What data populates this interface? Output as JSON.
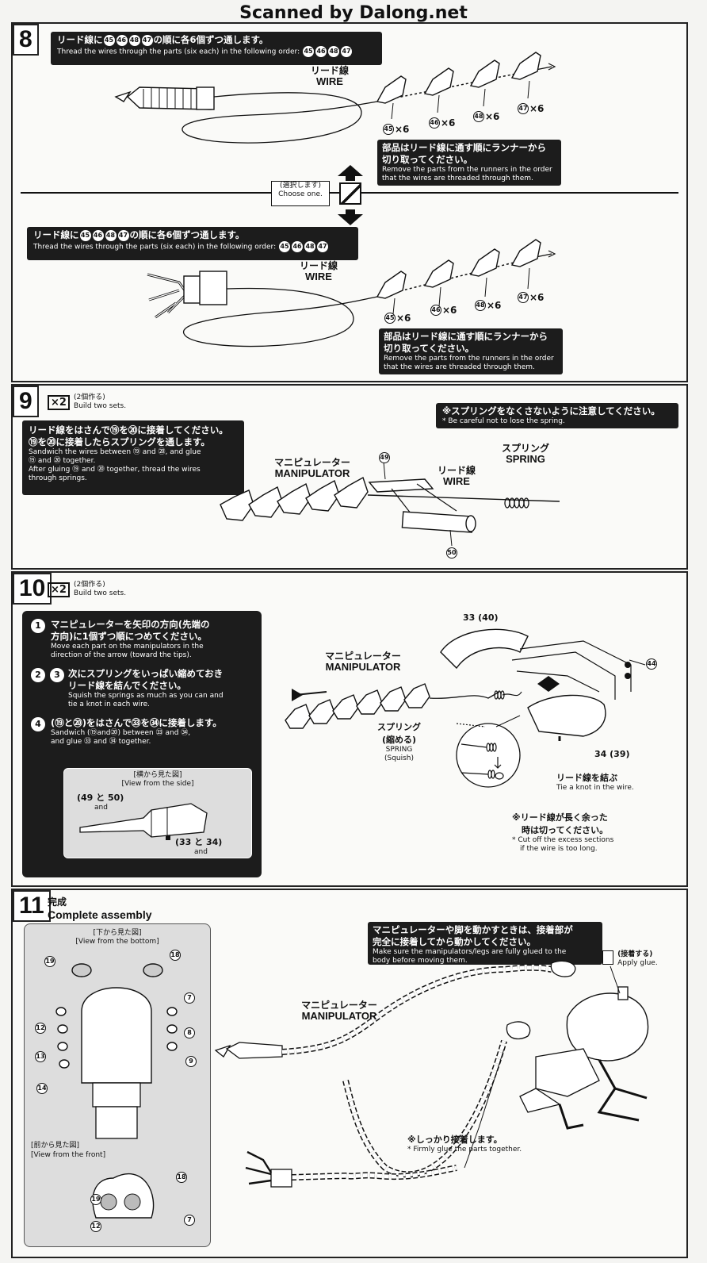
{
  "header": {
    "watermark": "Scanned by Dalong.net"
  },
  "step8": {
    "number": "8",
    "a": {
      "jp_prefix": "リード線に",
      "jp_suffix": "の順に各6個ずつ通します。",
      "en_prefix": "Thread the wires through the parts (six each) in the following order:",
      "parts": [
        "45",
        "46",
        "48",
        "47"
      ],
      "wire_jp": "リード線",
      "wire_en": "WIRE",
      "counts": [
        {
          "part": "45",
          "qty": "×6"
        },
        {
          "part": "46",
          "qty": "×6"
        },
        {
          "part": "48",
          "qty": "×6"
        },
        {
          "part": "47",
          "qty": "×6"
        }
      ],
      "note_jp1": "部品はリード線に通す順にランナーから",
      "note_jp2": "切り取ってください。",
      "note_en1": "Remove the parts from the runners in the order",
      "note_en2": "that the wires are threaded through them."
    },
    "choose_jp": "(選択します)",
    "choose_en": "Choose one.",
    "b": {
      "jp_prefix": "リード線に",
      "jp_suffix": "の順に各6個ずつ通します。",
      "en_prefix": "Thread the wires through the parts (six each) in the following order:",
      "parts": [
        "45",
        "46",
        "48",
        "47"
      ],
      "wire_jp": "リード線",
      "wire_en": "WIRE",
      "counts": [
        {
          "part": "45",
          "qty": "×6"
        },
        {
          "part": "46",
          "qty": "×6"
        },
        {
          "part": "48",
          "qty": "×6"
        },
        {
          "part": "47",
          "qty": "×6"
        }
      ],
      "note_jp1": "部品はリード線に通す順にランナーから",
      "note_jp2": "切り取ってください。",
      "note_en1": "Remove the parts from the runners in the order",
      "note_en2": "that the wires are threaded through them."
    }
  },
  "step9": {
    "number": "9",
    "mult": "×2",
    "mult_jp": "(2個作る)",
    "mult_en": "Build two sets.",
    "jp1": "リード線をはさんで⑲を⑳に接着してください。",
    "jp2": "⑲を⑳に接着したらスプリングを通します。",
    "en1": "Sandwich the wires between ⑲ and ⑳, and glue",
    "en2": "⑲ and ⑳ together.",
    "en3": "After gluing ⑲ and ⑳ together, thread the wires",
    "en4": "through springs.",
    "caution_jp": "※スプリングをなくさないように注意してください。",
    "caution_en": "* Be careful not to lose the spring.",
    "manip_jp": "マニピュレーター",
    "manip_en": "MANIPULATOR",
    "wire_jp": "リード線",
    "wire_en": "WIRE",
    "spring_jp": "スプリング",
    "spring_en": "SPRING",
    "part_a": "49",
    "part_b": "50"
  },
  "step10": {
    "number": "10",
    "mult": "×2",
    "mult_jp": "(2個作る)",
    "mult_en": "Build two sets.",
    "i1_num": "1",
    "i1_jp1": "マニピュレーターを矢印の方向(先端の",
    "i1_jp2": "方向)に1個ずつ順につめてください。",
    "i1_en1": "Move each part on the manipulators in the",
    "i1_en2": "direction of the arrow (toward the tips).",
    "i23_num_a": "2",
    "i23_num_b": "3",
    "i23_jp1": "次にスプリングをいっぱい縮めておき",
    "i23_jp2": "リード線を結んでください。",
    "i23_en1": "Squish the springs as much as you can and",
    "i23_en2": "tie a knot in each wire.",
    "i4_num": "4",
    "i4_jp": "(⑲と⑳)をはさんで㉝を㉞に接着します。",
    "i4_en1": "Sandwich (⑲and⑳) between ㉝ and ㉞,",
    "i4_en2": "and glue ㉝ and ㉞ together.",
    "side_jp": "[横から見た図]",
    "side_en": "[View from the side]",
    "side_l": "(49 と 50)",
    "side_r": "(33 と 34)",
    "and": "and",
    "manip_jp": "マニピュレーター",
    "manip_en": "MANIPULATOR",
    "p33": "33 (40)",
    "p34": "34 (39)",
    "p44": "44",
    "spring_jp": "スプリング",
    "spring_jp2": "(縮める)",
    "spring_en": "SPRING",
    "spring_en2": "(Squish)",
    "knot_jp": "リード線を結ぶ",
    "knot_en": "Tie a knot in the wire.",
    "cut_jp1": "※リード線が長く余った",
    "cut_jp2": "時は切ってください。",
    "cut_en1": "* Cut off the excess sections",
    "cut_en2": "if the wire is too long."
  },
  "step11": {
    "number": "11",
    "title_jp": "完成",
    "title_en": "Complete assembly",
    "bottom_jp": "[下から見た図]",
    "bottom_en": "[View from the bottom]",
    "front_jp": "[前から見た図]",
    "front_en": "[View from the front]",
    "parts_bottom": [
      "19",
      "18",
      "7",
      "12",
      "8",
      "13",
      "9",
      "14"
    ],
    "parts_front": [
      "19",
      "18",
      "12",
      "7"
    ],
    "move_jp1": "マニピュレーターや脚を動かすときは、接着部が",
    "move_jp2": "完全に接着してから動かしてください。",
    "move_en1": "Make sure the manipulators/legs are fully glued to the",
    "move_en2": "body before moving them.",
    "glue_jp": "(接着する)",
    "glue_en": "Apply glue.",
    "manip_jp": "マニピュレーター",
    "manip_en": "MANIPULATOR",
    "firm_jp": "※しっかり接着します。",
    "firm_en": "* Firmly glue the parts together."
  }
}
